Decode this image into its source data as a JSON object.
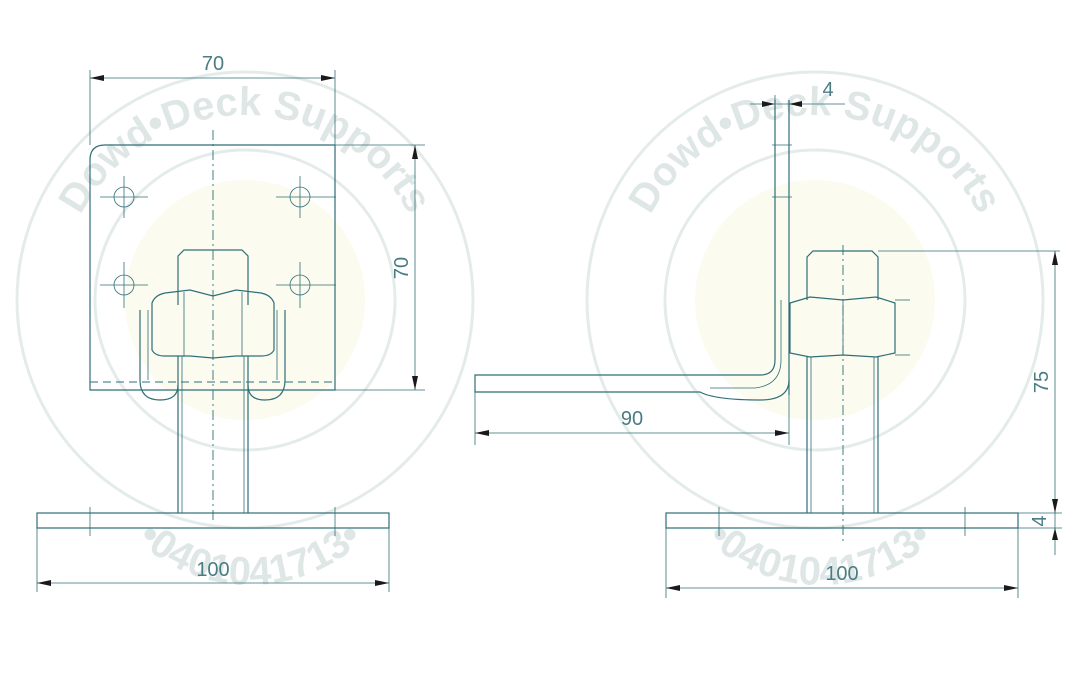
{
  "drawing": {
    "front_view": {
      "dimensions": {
        "plate_width": "70",
        "plate_height": "70",
        "base_width": "100"
      }
    },
    "side_view": {
      "dimensions": {
        "plate_thickness": "4",
        "arm_length": "90",
        "stud_height": "75",
        "base_thickness": "4",
        "base_width": "100"
      }
    }
  },
  "watermark": {
    "top_text": "Dowd•Deck Supports",
    "bottom_text": "•0401041713•"
  },
  "colors": {
    "line": "#2f6f78",
    "dim_text": "#4a7c84",
    "watermark": "#dfe7e6"
  }
}
